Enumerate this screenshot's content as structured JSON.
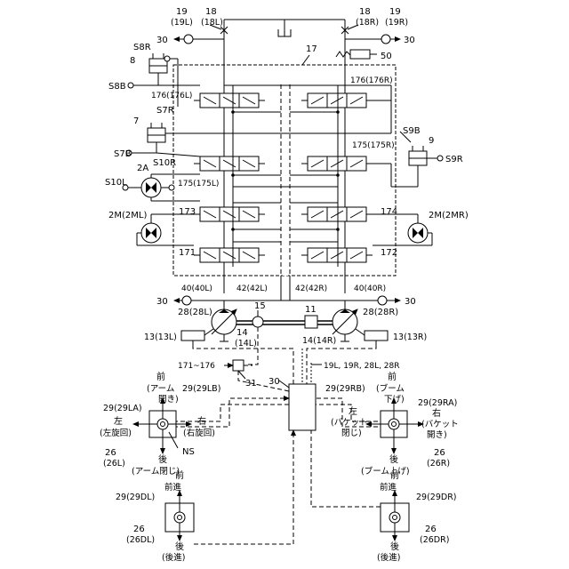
{
  "labels": {
    "l19": "19",
    "l19L": "(19L)",
    "l18a": "18",
    "l18L": "(18L)",
    "l18b": "18",
    "l18R": "(18R)",
    "l19b": "19",
    "l19R": "(19R)",
    "l30a": "30",
    "l30b": "30",
    "l30c": "30",
    "l30d": "30",
    "l30e": "30",
    "l17": "17",
    "l50": "50",
    "l8": "8",
    "s8r": "S8R",
    "s8b": "S8B",
    "c176L": "176(176L)",
    "c176R": "176(176R)",
    "l7": "7",
    "s7r": "S7R",
    "s7b": "S7B",
    "s10r": "S10R",
    "l2A": "2A",
    "s10l": "S10L",
    "c175L": "175(175L)",
    "c175R": "175(175R)",
    "s9b": "S9B",
    "l9": "9",
    "s9r": "S9R",
    "m2L": "2M(2ML)",
    "m2R": "2M(2MR)",
    "c173": "173",
    "c174": "174",
    "c171": "171",
    "c172": "172",
    "p40L": "40(40L)",
    "p42L": "42(42L)",
    "p42R": "42(42R)",
    "p40R": "40(40R)",
    "l15": "15",
    "l11": "11",
    "l28L": "28(28L)",
    "l28R": "28(28R)",
    "l14": "14",
    "l14L": "(14L)",
    "l14R": "14(14R)",
    "l13L": "13(13L)",
    "l13R": "13(13R)",
    "range171": "171~176",
    "sig19": "19L, 19R, 28L, 28R",
    "l31": "31",
    "l30ctrl": "30"
  },
  "left_lever": {
    "front": "前",
    "front_sub": "(アーム",
    "front_sub2": "開き)",
    "id_la": "29(29LA)",
    "id_lb": "29(29LB)",
    "left": "左",
    "left_sub": "(左旋回)",
    "right": "右",
    "right_sub": "(右旋回)",
    "back": "後",
    "back_sub": "(アーム閉じ)",
    "ns": "NS",
    "unit": "26",
    "unit_sub": "(26L)"
  },
  "right_lever": {
    "front": "前",
    "front_sub": "(ブーム",
    "front_sub2": "下げ)",
    "id_rb": "29(29RB)",
    "id_ra": "29(29RA)",
    "left": "左",
    "left_sub": "(バケット",
    "left_sub2": "閉じ)",
    "right": "右",
    "right_sub": "(バケット",
    "right_sub2": "開き)",
    "back": "後",
    "back_sub": "(ブーム上げ)",
    "unit": "26",
    "unit_sub": "(26R)"
  },
  "left_pedal": {
    "front": "前",
    "front_sub": "前進",
    "id": "29(29DL)",
    "back": "後",
    "back_sub": "(後進)",
    "unit": "26",
    "unit_sub": "(26DL)"
  },
  "right_pedal": {
    "front": "前",
    "front_sub": "前進",
    "id": "29(29DR)",
    "back": "後",
    "back_sub": "(後進)",
    "unit": "26",
    "unit_sub": "(26DR)"
  }
}
